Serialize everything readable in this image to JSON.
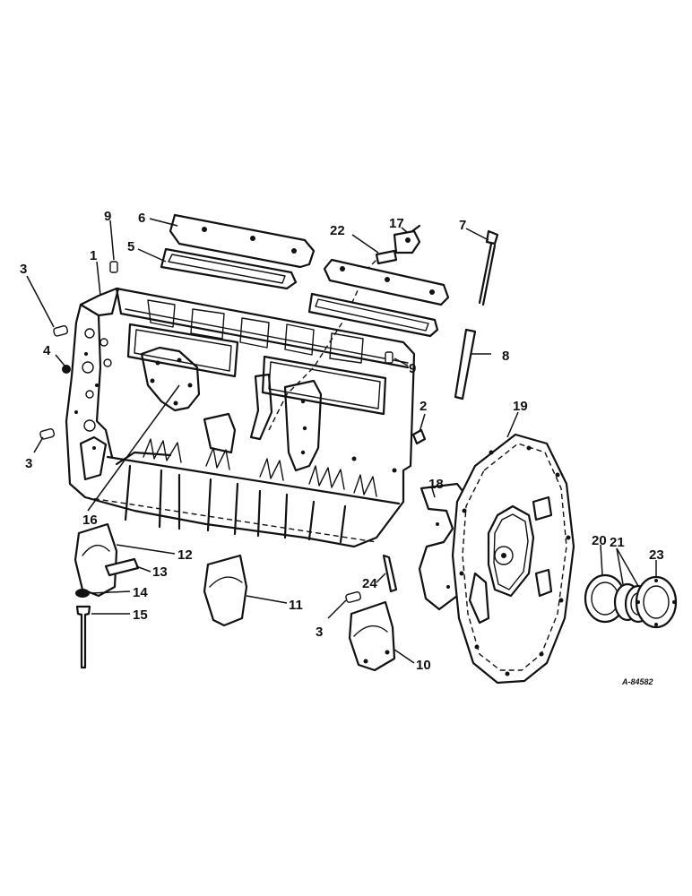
{
  "diagram": {
    "reference_code": "A-84582",
    "callouts": {
      "c1": "1",
      "c2": "2",
      "c3a": "3",
      "c3b": "3",
      "c3c": "3",
      "c4": "4",
      "c5": "5",
      "c6": "6",
      "c7": "7",
      "c8": "8",
      "c9a": "9",
      "c9b": "9",
      "c10": "10",
      "c11": "11",
      "c12": "12",
      "c13": "13",
      "c14": "14",
      "c15": "15",
      "c16": "16",
      "c17": "17",
      "c18": "18",
      "c19": "19",
      "c20": "20",
      "c21": "21",
      "c22": "22",
      "c23": "23",
      "c24": "24"
    }
  }
}
